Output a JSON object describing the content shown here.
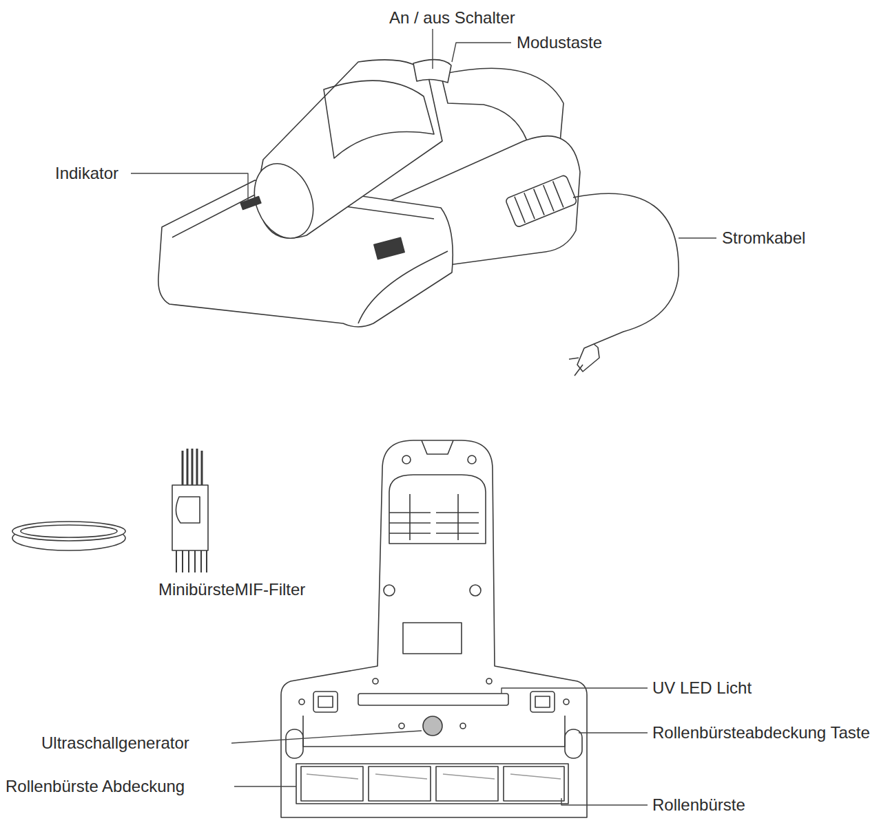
{
  "diagram": {
    "labels": [
      "An / aus Schalter",
      "Modustaste",
      "Indikator",
      "Stromkabel",
      "MinibürsteMIF-Filter",
      "UV LED Licht",
      "Ultraschallgenerator",
      "Rollenbürste Abdeckung",
      "Rollenbürsteabdeckung Taste",
      "Rollenbürste"
    ]
  }
}
